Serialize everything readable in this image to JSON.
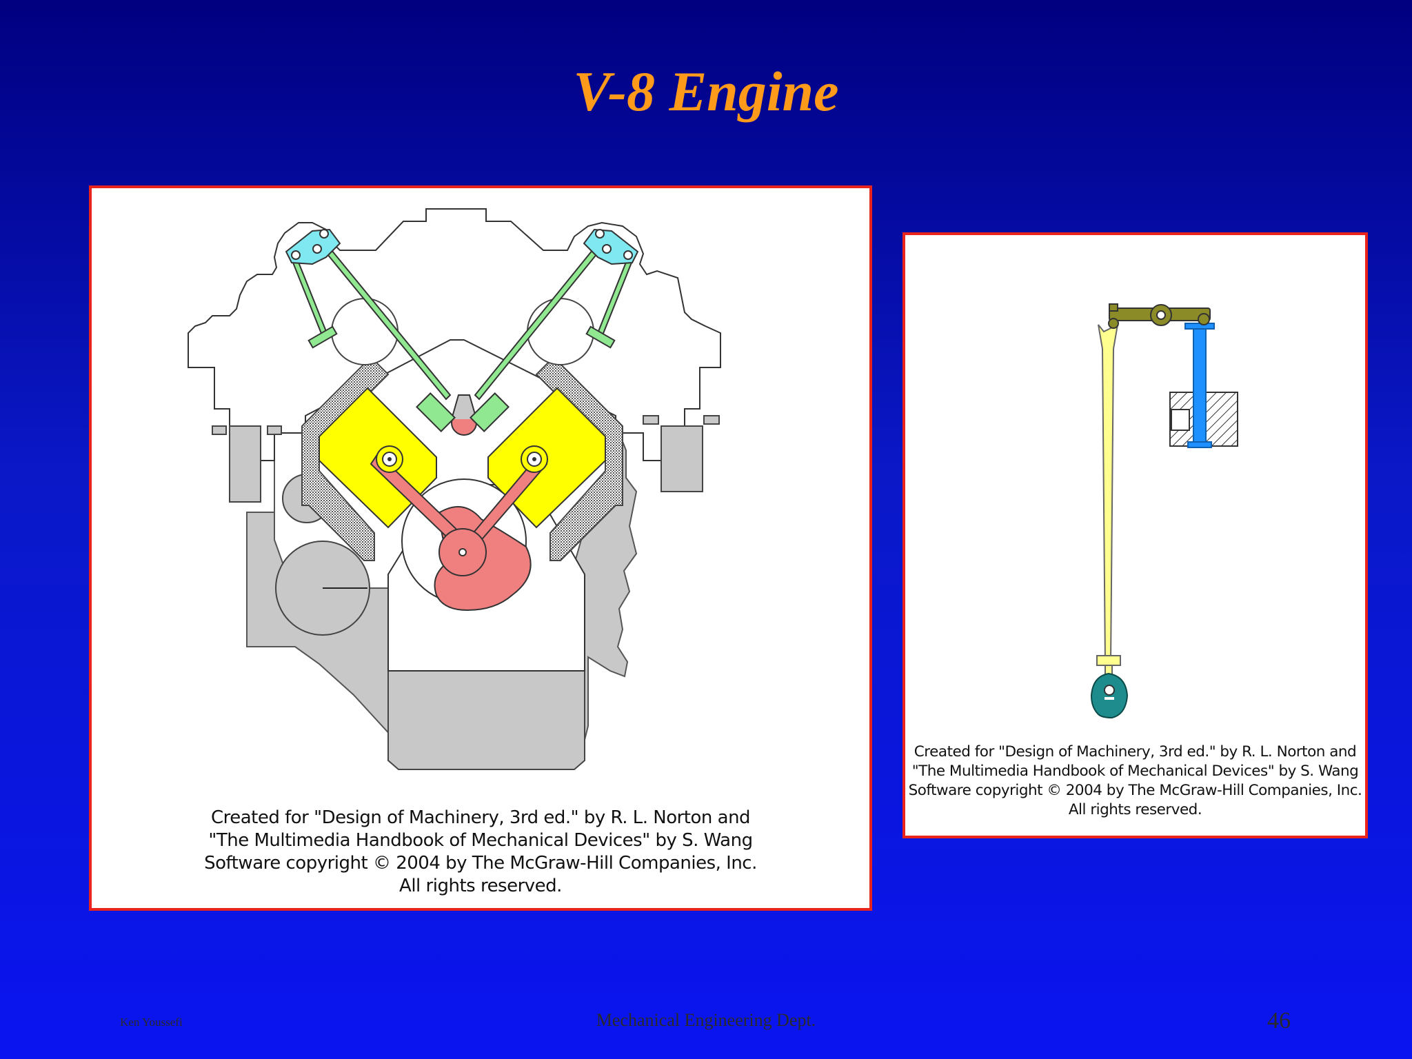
{
  "slide": {
    "title": "V-8 Engine",
    "page_number": "46"
  },
  "footer": {
    "author": "Ken Youssefi",
    "department": "Mechanical Engineering Dept."
  },
  "figures": [
    {
      "id": "v8-engine-animation",
      "credit_lines": [
        "Created for \"Design of Machinery, 3rd ed.\" by R. L. Norton and",
        "\"The Multimedia Handbook of Mechanical Devices\" by S. Wang",
        "Software copyright © 2004 by The McGraw-Hill Companies, Inc.",
        "All rights reserved."
      ]
    },
    {
      "id": "valve-train-animation",
      "credit_lines": [
        "Created for \"Design of Machinery, 3rd ed.\" by R. L. Norton and",
        "\"The Multimedia Handbook of Mechanical Devices\" by S. Wang",
        "Software copyright © 2004 by The McGraw-Hill Companies, Inc.",
        "All rights reserved."
      ]
    }
  ],
  "colors": {
    "title": "#ff9a1a",
    "frame_border": "#e8241c",
    "piston": "#ffff00",
    "crank": "#f08080",
    "rocker": "#80e8f0",
    "pushrod": "#90e890",
    "block": "#c8c8c8",
    "valve_stem": "#1e90ff",
    "rocker_arm": "#8b8b28",
    "lifter": "#ffff90",
    "cam": "#1e8c8c"
  }
}
